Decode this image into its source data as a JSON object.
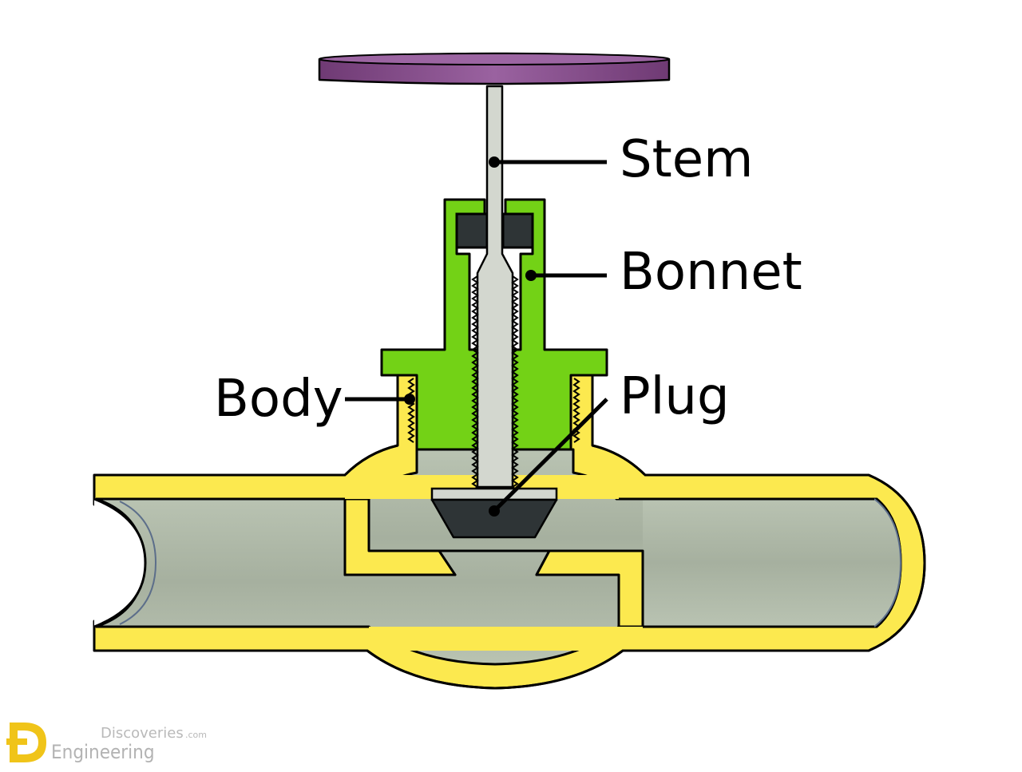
{
  "labels": {
    "stem": "Stem",
    "bonnet": "Bonnet",
    "body": "Body",
    "plug": "Plug"
  },
  "watermark": {
    "line1": "Discoveries",
    "line1_suffix": ".com",
    "line2": "Engineering"
  },
  "colors": {
    "handwheel": "#8e4f93",
    "bonnet": "#73d216",
    "body": "#fce94f",
    "fluid": "#b3bfac",
    "stem": "#d3d7cf",
    "packing": "#2e3436",
    "plug": "#2e3436",
    "logo": "#f0c419"
  }
}
